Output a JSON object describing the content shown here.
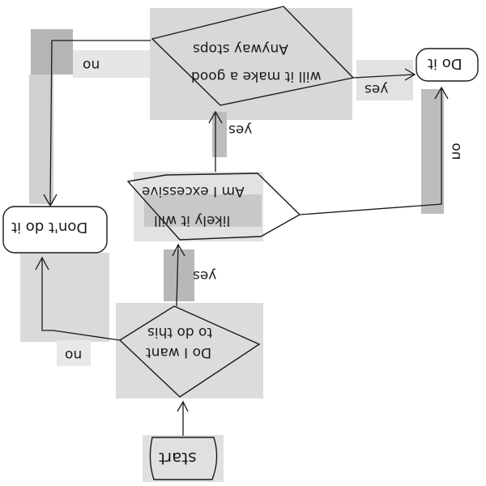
{
  "flowchart": {
    "start": "start",
    "decision_want": [
      "Do I want",
      "to do this"
    ],
    "decision_excessive": [
      "Am I excessive",
      "likely it will"
    ],
    "decision_anyway": [
      "Anyway stops",
      "will it make a good"
    ],
    "do_it": "Do it",
    "dont_do_it": "Don't do it",
    "yes": "yes",
    "no": "no"
  },
  "colors": {
    "ink": "#1a1a1a",
    "highlight_light": "#d8d8d8",
    "highlight_mid": "#bdbdbd",
    "highlight_dark": "#a8a8a8"
  }
}
